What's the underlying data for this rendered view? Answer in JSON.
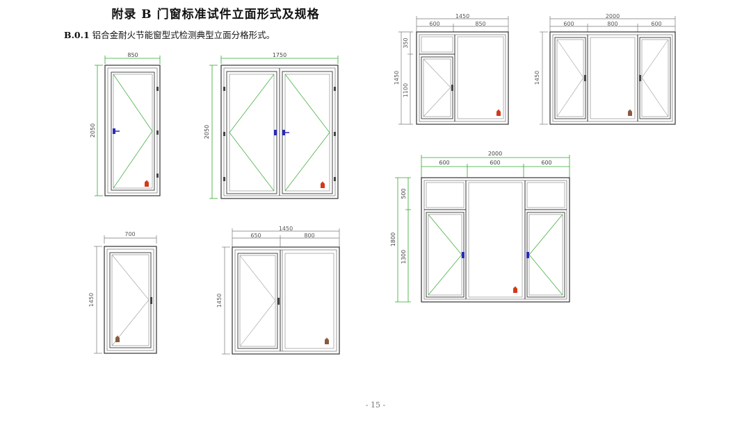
{
  "page": {
    "title": "附录 B    门窗标准试件立面形式及规格",
    "section_number": "B.0.1",
    "section_text": "铝合金耐火节能窗型式检测典型立面分格形式。",
    "page_number": "- 15 -"
  },
  "colors": {
    "frame": "#333333",
    "dimension_green": "#2fa82f",
    "dimension_grey": "#777777",
    "handle_blue": "#2b2bb5",
    "fire_red": "#d23a1a"
  },
  "drawings": {
    "door_single": {
      "width": "850",
      "height": "2050"
    },
    "door_double": {
      "width": "1750",
      "height": "2050"
    },
    "window_single": {
      "width": "700",
      "height": "1450"
    },
    "window_two_pane": {
      "total": "1450",
      "left": "650",
      "right": "800",
      "height": "1450"
    },
    "window_transom": {
      "total": "1450",
      "left": "600",
      "right": "850",
      "top": "350",
      "bottom": "1100",
      "height": "1450"
    },
    "window_three_pane": {
      "total": "2000",
      "left": "600",
      "middle": "800",
      "right": "600",
      "height": "1450"
    },
    "window_large": {
      "total": "2000",
      "left": "600",
      "middle": "600",
      "right": "600",
      "top": "500",
      "bottom": "1300",
      "height": "1800"
    }
  }
}
